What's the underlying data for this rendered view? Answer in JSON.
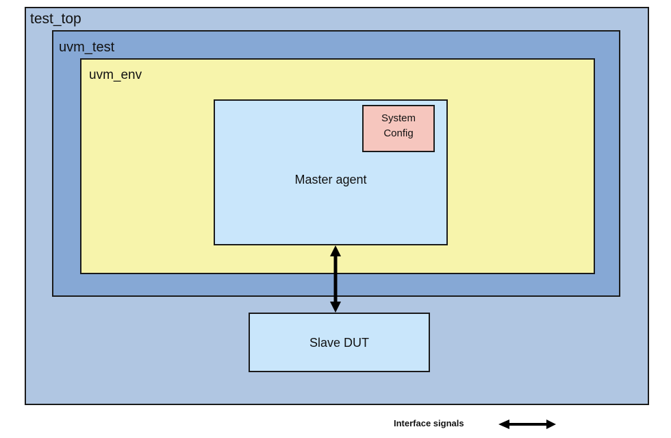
{
  "diagram": {
    "test_top": {
      "label": "test_top"
    },
    "uvm_test": {
      "label": "uvm_test"
    },
    "uvm_env": {
      "label": "uvm_env"
    },
    "master_agent": {
      "label": "Master agent"
    },
    "system_config": {
      "line1": "System",
      "line2": "Config"
    },
    "slave_dut": {
      "label": "Slave DUT"
    },
    "legend": {
      "text": "Interface signals",
      "arrow_icon": "double-arrow-icon"
    }
  },
  "colors": {
    "test_top": "#b0c6e2",
    "uvm_test": "#86a8d5",
    "uvm_env": "#f7f4ab",
    "agent": "#c9e6fb",
    "config": "#f6c6be",
    "border": "#1a1a1a"
  }
}
